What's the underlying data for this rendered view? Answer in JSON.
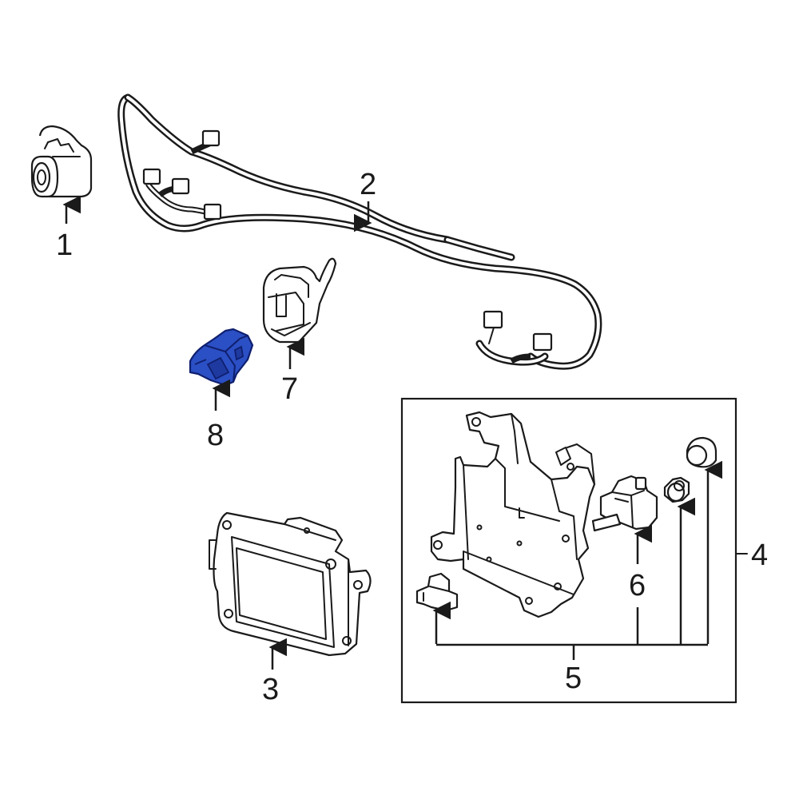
{
  "colors": {
    "line": "#1a1a1a",
    "background": "#ffffff",
    "highlight_fill": "#2b4fc4",
    "highlight_stroke": "#0f1f6e"
  },
  "highlighted_part": "8",
  "callouts": [
    {
      "id": "c1",
      "label": "1"
    },
    {
      "id": "c2",
      "label": "2"
    },
    {
      "id": "c3",
      "label": "3"
    },
    {
      "id": "c4",
      "label": "4"
    },
    {
      "id": "c5",
      "label": "5"
    },
    {
      "id": "c6",
      "label": "6"
    },
    {
      "id": "c7",
      "label": "7"
    },
    {
      "id": "c8",
      "label": "8"
    }
  ]
}
